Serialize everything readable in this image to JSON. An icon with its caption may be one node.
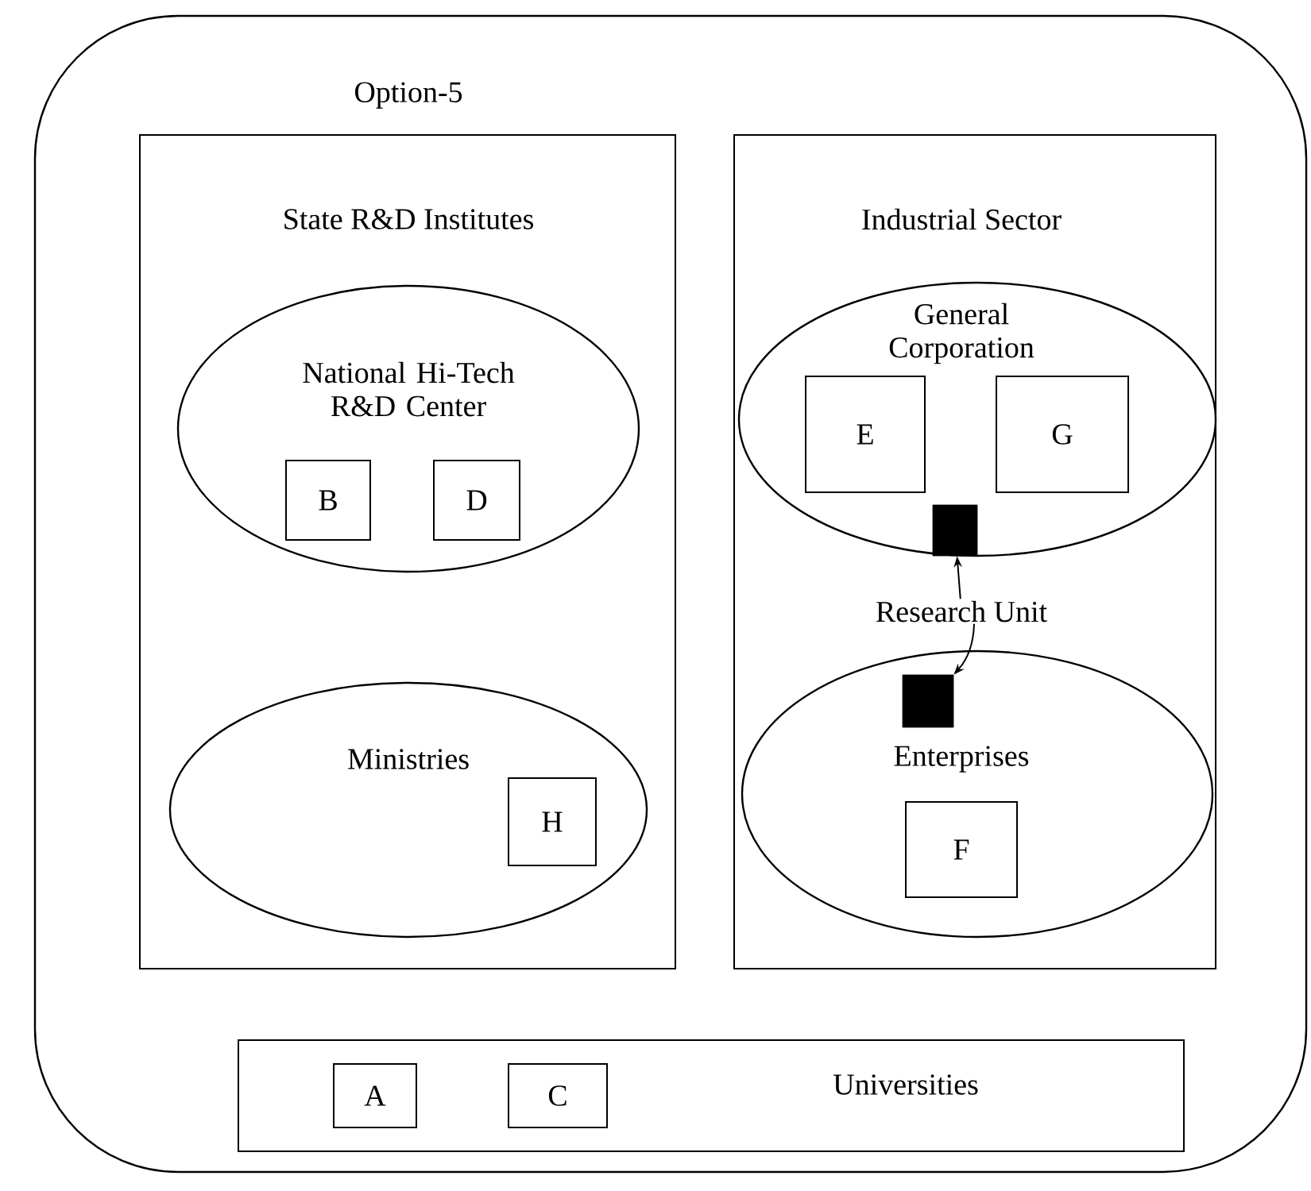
{
  "diagram": {
    "nodes": [
      {
        "text": [
          "Option-5"
        ]
      },
      {
        "text": [
          "State R&D Institutes"
        ],
        "in": 0
      },
      {
        "text": [
          "National Hi-Tech R&D Center"
        ],
        "in": 1
      },
      {
        "text": [
          "B"
        ],
        "in": 2
      },
      {
        "text": [
          "D"
        ],
        "in": 2
      },
      {
        "text": [
          "Ministries"
        ],
        "in": 1
      },
      {
        "text": [
          "H"
        ],
        "in": 5
      },
      {
        "text": [
          "Industrial Sector"
        ],
        "in": 0
      },
      {
        "text": [
          "General Corporation"
        ],
        "in": 7
      },
      {
        "text": [
          "E"
        ],
        "in": 8
      },
      {
        "text": [
          "G"
        ],
        "in": 8
      },
      {
        "text": [],
        "shape": "box",
        "in": 8
      },
      {
        "text": [
          "Research Unit"
        ],
        "in": 7
      },
      {
        "text": [
          "Enterprises"
        ],
        "in": 7
      },
      {
        "text": [],
        "shape": "box",
        "in": 13
      },
      {
        "text": [
          "F"
        ],
        "in": 13
      },
      {
        "text": [
          "Universities"
        ],
        "in": 0
      },
      {
        "text": [
          "A"
        ],
        "in": 16
      },
      {
        "text": [
          "C"
        ],
        "in": 16
      }
    ],
    "edges": [
      {
        "from": 12,
        "to": 11,
        "arrow": "to"
      },
      {
        "from": 12,
        "to": 14,
        "arrow": "to"
      }
    ]
  }
}
